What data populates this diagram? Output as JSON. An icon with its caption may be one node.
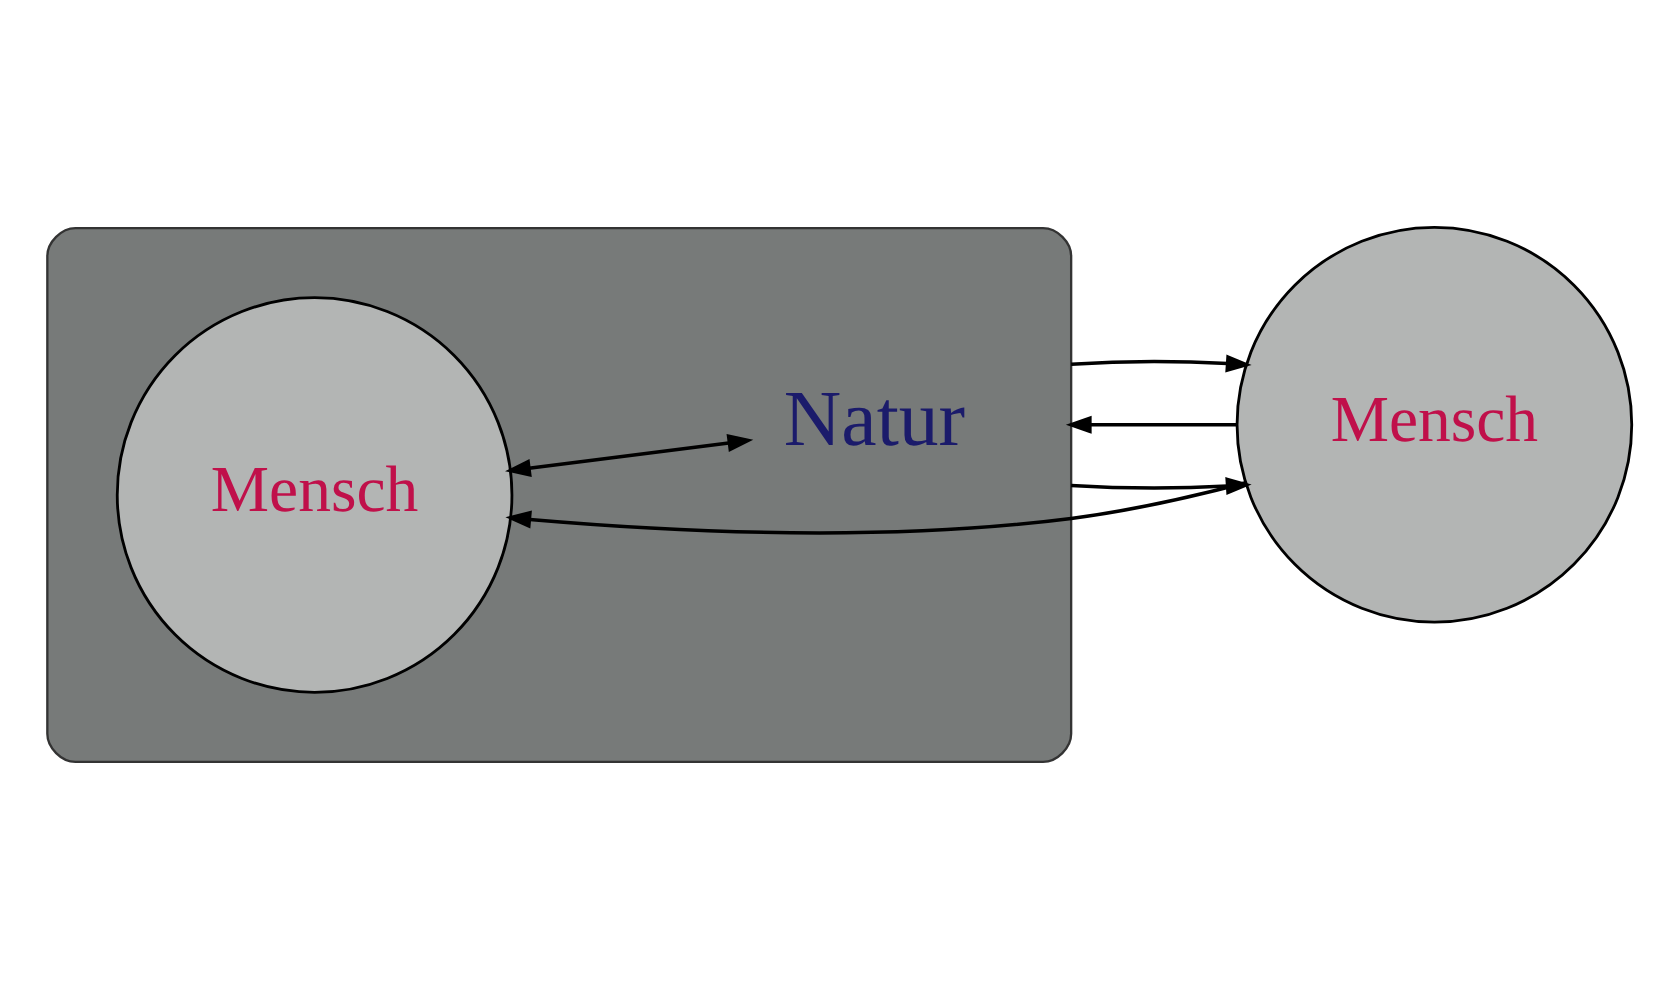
{
  "diagram": {
    "nodes": [
      {
        "text": [
          "Natur"
        ]
      },
      {
        "text": [
          "Mensch"
        ],
        "in": 0
      },
      {
        "text": [
          "Mensch"
        ]
      }
    ],
    "edges": [
      {
        "from": 1,
        "to": 0,
        "arrow": "both"
      },
      {
        "from": 0,
        "to": 2,
        "arrow": "to"
      },
      {
        "from": 2,
        "to": 0,
        "arrow": "to"
      },
      {
        "from": 2,
        "to": 1,
        "arrow": "to"
      },
      {
        "from": 0,
        "to": 2,
        "arrow": "to"
      }
    ]
  }
}
